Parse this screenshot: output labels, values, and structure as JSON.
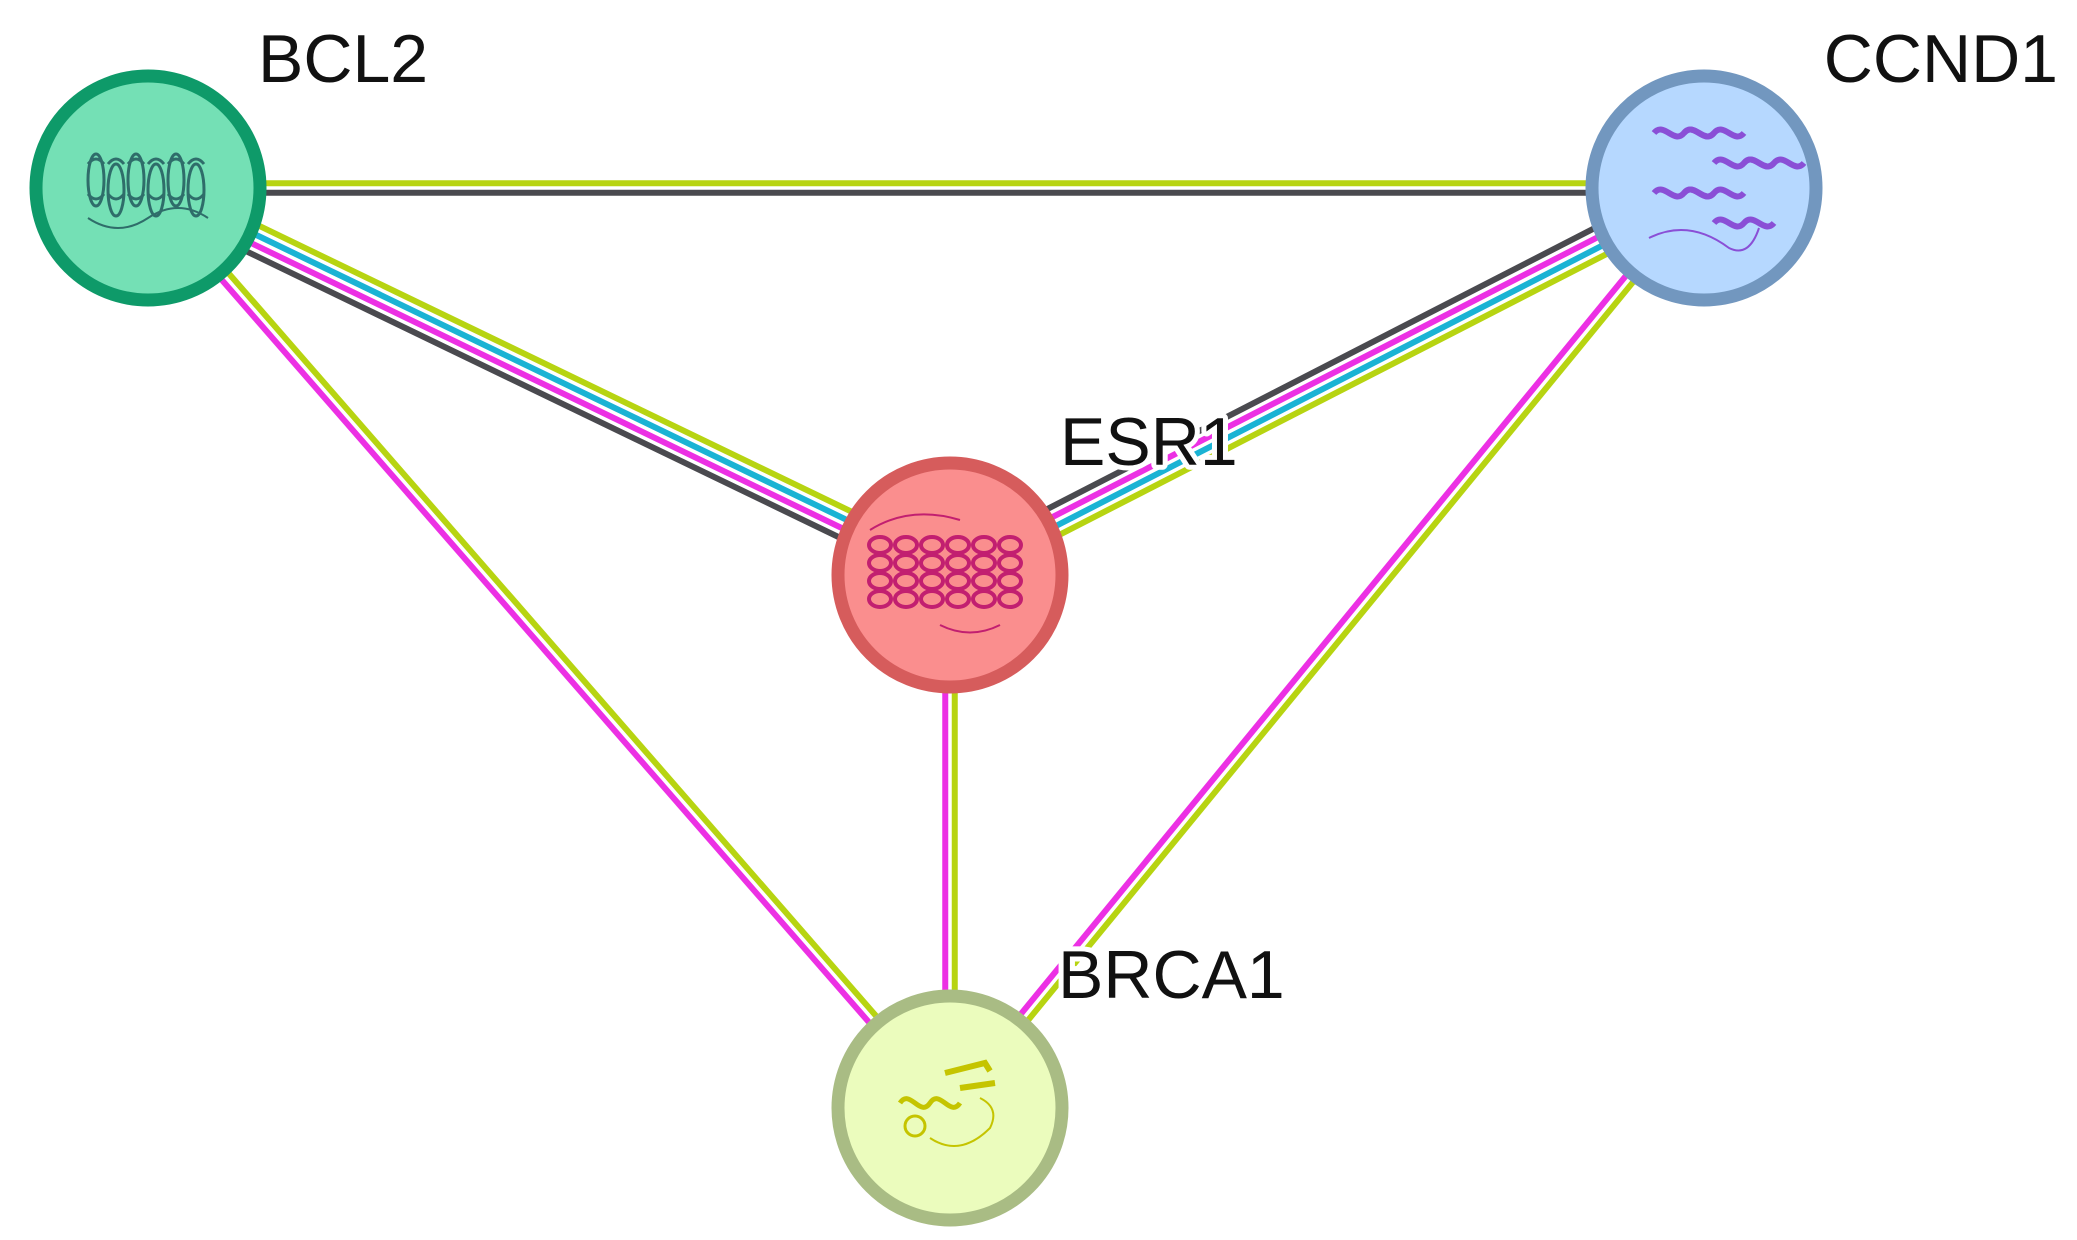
{
  "network": {
    "nodes": [
      {
        "id": "BCL2",
        "label": "BCL2",
        "fill": "#74e0b5",
        "ring": "#0e9a69",
        "structure_color": "#2f6d6a"
      },
      {
        "id": "CCND1",
        "label": "CCND1",
        "fill": "#b6d8ff",
        "ring": "#7297bf",
        "structure_color": "#8a4fd6"
      },
      {
        "id": "ESR1",
        "label": "ESR1",
        "fill": "#fa8e8e",
        "ring": "#d65c5c",
        "structure_color": "#c21f70"
      },
      {
        "id": "BRCA1",
        "label": "BRCA1",
        "fill": "#ebfcbd",
        "ring": "#a9bc84",
        "structure_color": "#c5c400"
      }
    ],
    "edges": [
      {
        "source": "BCL2",
        "target": "CCND1",
        "evidence_colors": [
          "#b7d411",
          "#4a4a4f"
        ]
      },
      {
        "source": "BCL2",
        "target": "ESR1",
        "evidence_colors": [
          "#b7d411",
          "#1ab3d4",
          "#ec30e4",
          "#4a4a4f"
        ]
      },
      {
        "source": "BCL2",
        "target": "BRCA1",
        "evidence_colors": [
          "#b7d411",
          "#ec30e4"
        ]
      },
      {
        "source": "CCND1",
        "target": "ESR1",
        "evidence_colors": [
          "#b7d411",
          "#1ab3d4",
          "#ec30e4",
          "#4a4a4f"
        ]
      },
      {
        "source": "CCND1",
        "target": "BRCA1",
        "evidence_colors": [
          "#b7d411",
          "#ec30e4"
        ]
      },
      {
        "source": "ESR1",
        "target": "BRCA1",
        "evidence_colors": [
          "#b7d411",
          "#ec30e4"
        ]
      }
    ]
  }
}
